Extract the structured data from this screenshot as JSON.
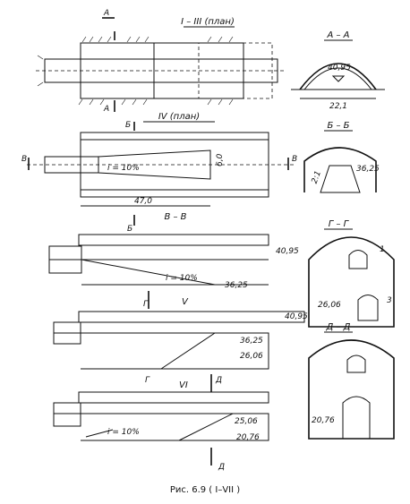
{
  "figure": {
    "caption": "Рис. 6.9 ( I–VII )",
    "views": {
      "plan1": "I – III (план)",
      "plan2": "IV (план)",
      "sec_aa": "А – А",
      "sec_bb": "Б – Б",
      "sec_vv": "В – В",
      "sec_gg": "Г – Г",
      "sec_dd": "Д – Д"
    },
    "cut_marks": {
      "A": "А",
      "B": "Б",
      "V": "В",
      "G": "Г",
      "D": "Д"
    },
    "stage_labels": {
      "v": "V",
      "vi": "VI"
    },
    "slope": "i = 10%",
    "dimensions": {
      "width_221": "22,1",
      "length_470": "47,0",
      "height_60": "6,0",
      "slope_21": "2:1"
    },
    "levels": {
      "l4095": "40,95",
      "l3625": "36,25",
      "l2606": "26,06",
      "l2506": "25,06",
      "l2076": "20,76"
    },
    "callouts": {
      "one": "1",
      "three": "3"
    }
  }
}
